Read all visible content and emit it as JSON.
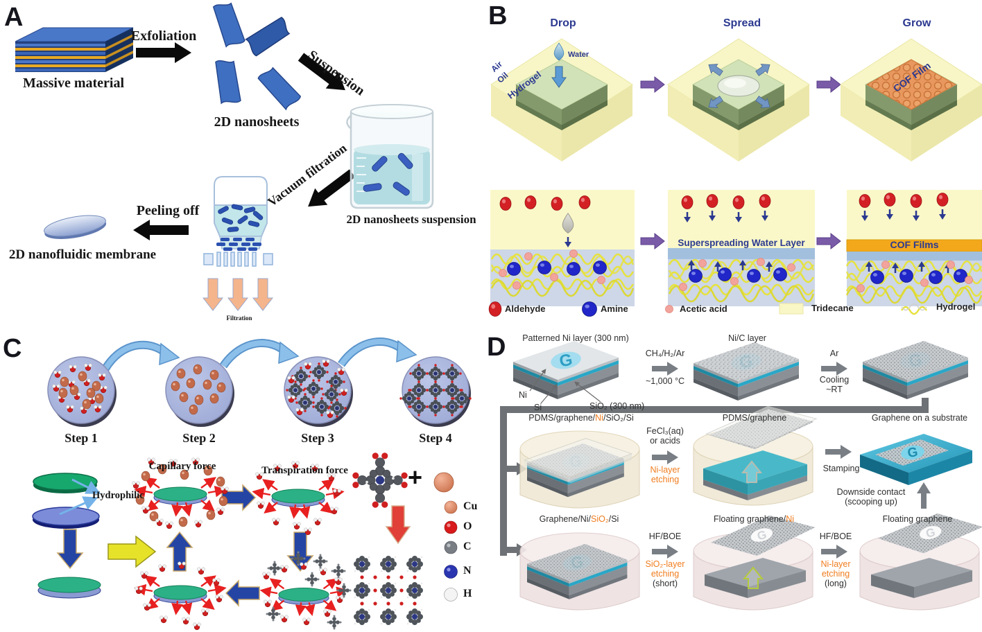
{
  "figure": {
    "panel_a": {
      "tag": "A",
      "massive_material": "Massive material",
      "exfoliation": "Exfoliation",
      "nanosheets": "2D nanosheets",
      "suspension": "Suspension",
      "nanosheets_suspension": "2D nanosheets suspension",
      "vacuum_filtration": "Vacuum filtration",
      "peeling_off": "Peeling off",
      "membrane": "2D nanofluidic membrane",
      "filtration": "Filtration"
    },
    "panel_b": {
      "tag": "B",
      "stage_labels": [
        "Drop",
        "Spread",
        "Grow"
      ],
      "air": "Air",
      "oil": "Oil",
      "water": "Water",
      "hydrogel": "Hydrogel",
      "cof_film": "COF Film",
      "superspreading_water_layer": "Superspreading Water Layer",
      "cof_films": "COF Films",
      "legend": {
        "aldehyde": "Aldehyde",
        "amine": "Amine",
        "acetic_acid": "Acetic acid",
        "tridecane": "Tridecane",
        "hydrogel": "Hydrogel"
      }
    },
    "panel_c": {
      "tag": "C",
      "steps": [
        "Step 1",
        "Step 2",
        "Step 3",
        "Step 4"
      ],
      "capillary_force": "Capillary force",
      "transpiration_force": "Transpiration force",
      "hydrophilic": "Hydrophilic",
      "plus": "+",
      "legend": {
        "cu": "Cu",
        "o": "O",
        "c": "C",
        "n": "N",
        "h": "H"
      }
    },
    "panel_d": {
      "tag": "D",
      "g_logo": "G",
      "row1": {
        "patterned_ni": "Patterned Ni layer (300 nm)",
        "ni": "Ni",
        "si": "Si",
        "sio2": "SiO₂ (300 nm)",
        "gas": "CH₄/H₂/Ar",
        "temp": "~1,000 °C",
        "nic_layer": "Ni/C layer",
        "ar": "Ar",
        "cooling": "Cooling",
        "rt": "~RT"
      },
      "row2": {
        "stack1_black1": "PDMS/graphene/",
        "stack1_orange": "Ni",
        "stack1_black2": "/SiO₂/Si",
        "fecl3": "FeCl₃(aq)",
        "or_acids": "or acids",
        "etch_line1": "Ni-layer",
        "etch_line2": "etching",
        "stack2": "PDMS/graphene",
        "stamping": "Stamping",
        "result": "Graphene on a substrate",
        "downside_contact": "Downside contact",
        "scooping_up": "(scooping up)"
      },
      "row3": {
        "stack1_black1": "Graphene/Ni/",
        "stack1_orange": "SiO₂",
        "stack1_black2": "/Si",
        "hf_boe_1": "HF/BOE",
        "etch1_line1": "SiO₂-layer",
        "etch1_line2": "etching",
        "etch1_line3": "(short)",
        "stack2_black": "Floating graphene/",
        "stack2_orange": "Ni",
        "hf_boe_2": "HF/BOE",
        "etch2_line1": "Ni-layer",
        "etch2_line2": "etching",
        "etch2_line3": "(long)",
        "stack3": "Floating graphene"
      }
    },
    "colors": {
      "aldehyde_red": "#d32024",
      "amine_blue": "#2026c8",
      "acetic_pink": "#f2a49c",
      "tridecane_yellow": "#f9f7c5",
      "hydrogel_wave_yellow": "#e6e23e",
      "navy_text": "#2b3990",
      "purple_arrow": "#7a5ba8",
      "orange_text": "#f07d1e",
      "copper": "#c87050",
      "cof_orange": "#e9965c",
      "graphene_teal": "#2aa7c7",
      "nanosheet_blue": "#3f6fc0"
    }
  }
}
